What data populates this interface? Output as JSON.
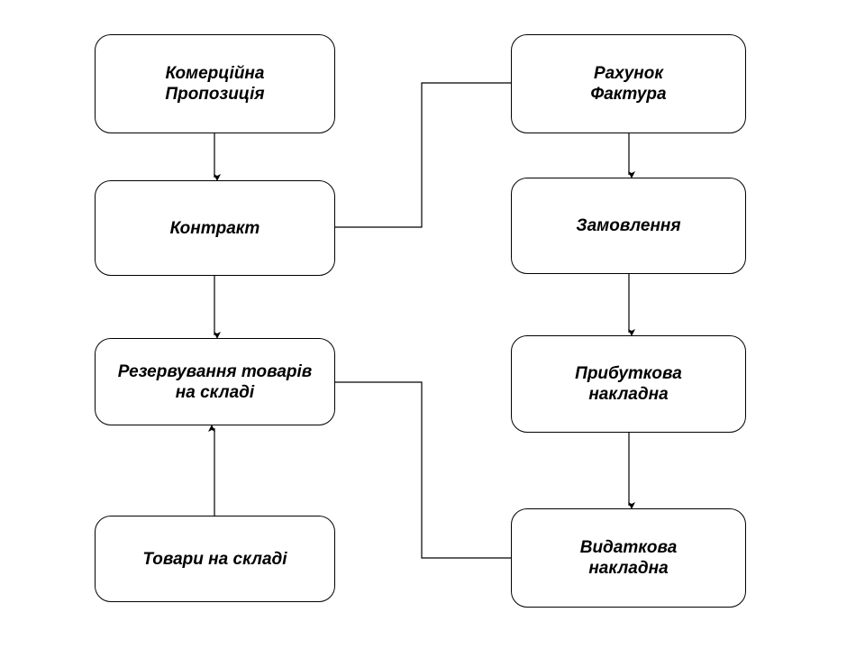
{
  "diagram": {
    "background_color": "#ffffff",
    "line_color": "#000000",
    "text_color": "#000000",
    "nodes": {
      "commercial_proposal": {
        "label": "Комерційна\nПропозиція"
      },
      "contract": {
        "label": "Контракт"
      },
      "goods_reservation": {
        "label": "Резервування товарів\nна складі"
      },
      "goods_in_stock": {
        "label": "Товари на складі"
      },
      "invoice": {
        "label": "Рахунок\nФактура"
      },
      "order": {
        "label": "Замовлення"
      },
      "incoming_waybill": {
        "label": "Прибуткова\nнакладна"
      },
      "outgoing_waybill": {
        "label": "Видаткова\nнакладна"
      }
    },
    "edges": [
      {
        "from": "commercial_proposal",
        "to": "contract",
        "style": "straight-arrow"
      },
      {
        "from": "contract",
        "to": "goods_reservation",
        "style": "straight-arrow"
      },
      {
        "from": "goods_in_stock",
        "to": "goods_reservation",
        "style": "straight-arrow"
      },
      {
        "from": "invoice",
        "to": "order",
        "style": "straight-arrow"
      },
      {
        "from": "order",
        "to": "incoming_waybill",
        "style": "straight-arrow"
      },
      {
        "from": "incoming_waybill",
        "to": "outgoing_waybill",
        "style": "straight-arrow"
      },
      {
        "from": "contract",
        "to": "invoice",
        "style": "elbow-line"
      },
      {
        "from": "goods_reservation",
        "to": "outgoing_waybill",
        "style": "elbow-line"
      }
    ]
  }
}
